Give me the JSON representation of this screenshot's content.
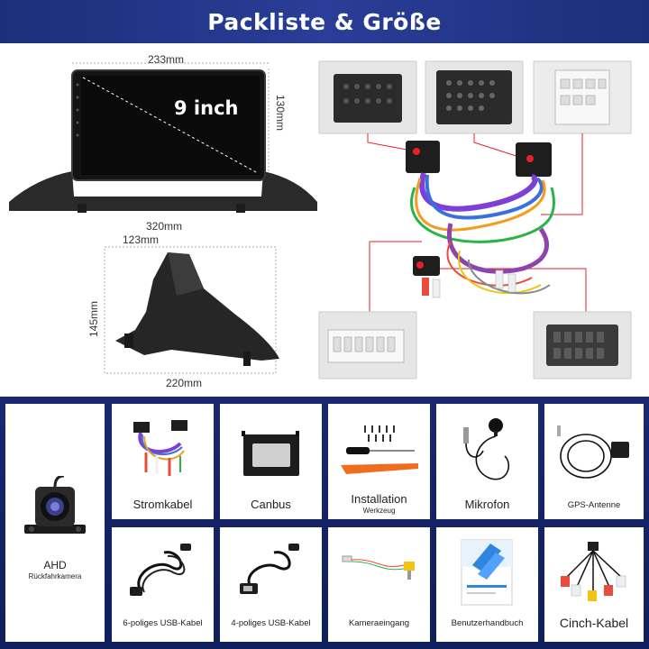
{
  "header": {
    "title": "Packliste & Größe"
  },
  "dimensions": {
    "width_top": "233mm",
    "height_right": "130mm",
    "screen_size": "9 inch",
    "width_bottom": "320mm",
    "bracket_top": "123mm",
    "bracket_height": "145mm",
    "bracket_bottom": "220mm"
  },
  "items": [
    {
      "label": "Stromkabel",
      "sub": ""
    },
    {
      "label": "Canbus",
      "sub": ""
    },
    {
      "label": "Installation",
      "sub": "Werkzeug"
    },
    {
      "label": "Mikrofon",
      "sub": ""
    },
    {
      "label": "GPS-Antenne",
      "sub": ""
    },
    {
      "label": "AHD",
      "sub": "Rückfahrkamera"
    },
    {
      "label": "6-poliges USB-Kabel",
      "sub": ""
    },
    {
      "label": "4-poliges USB-Kabel",
      "sub": ""
    },
    {
      "label": "Kameraeingang",
      "sub": ""
    },
    {
      "label": "Benutzerhandbuch",
      "sub": ""
    },
    {
      "label": "Cinch-Kabel",
      "sub": ""
    }
  ],
  "colors": {
    "header_bg": "#24358a",
    "panel_bg": "#142468",
    "accent_red": "#e8202a"
  }
}
